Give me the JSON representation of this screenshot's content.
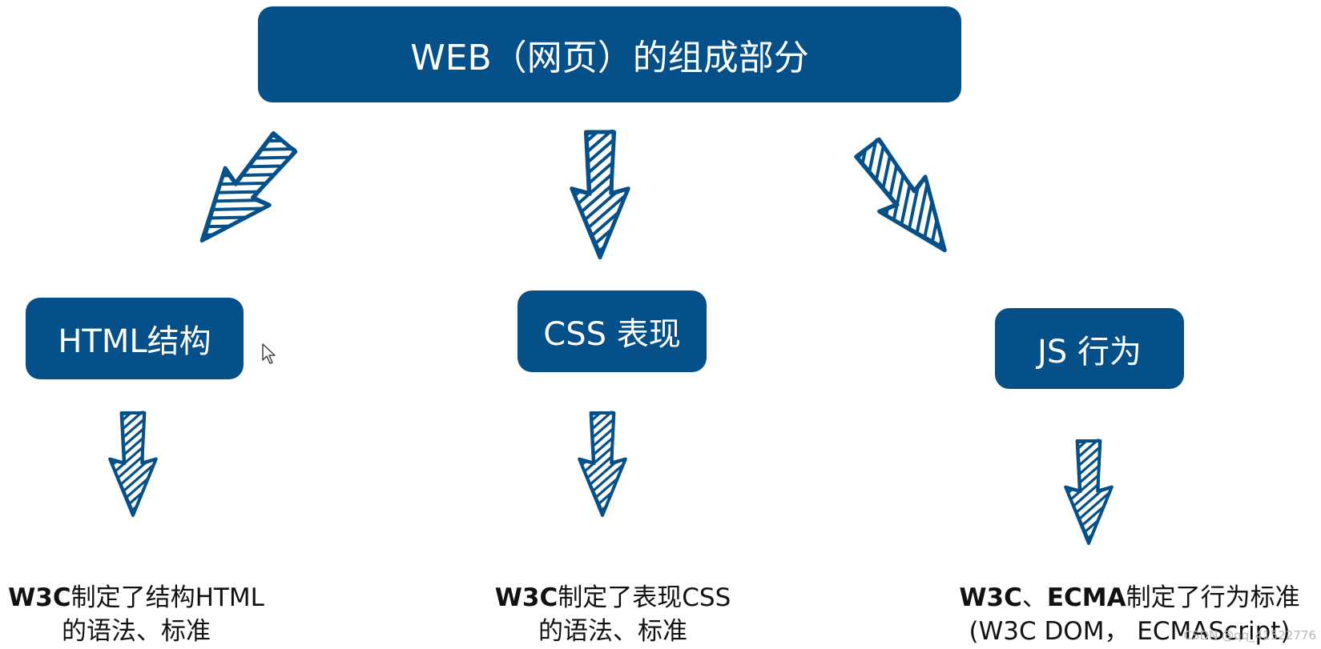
{
  "diagram": {
    "root": {
      "label": "WEB（网页）的组成部分"
    },
    "children": [
      {
        "label": "HTML结构",
        "desc_bold": "W3C",
        "desc_line1": "制定了结构HTML",
        "desc_line2": "的语法、标准"
      },
      {
        "label": "CSS 表现",
        "desc_bold": "W3C",
        "desc_line1": "制定了表现CSS",
        "desc_line2": "的语法、标准"
      },
      {
        "label": "JS 行为",
        "desc_bold": "W3C",
        "desc_sep": "、",
        "desc_bold2": "ECMA",
        "desc_line1": "制定了行为标准",
        "desc_line2": "(W3C DOM，  ECMAScript)"
      }
    ]
  },
  "colors": {
    "box_fill": "#065089",
    "arrow_stroke": "#065089"
  },
  "watermark": "CSDN @qq_41522776"
}
